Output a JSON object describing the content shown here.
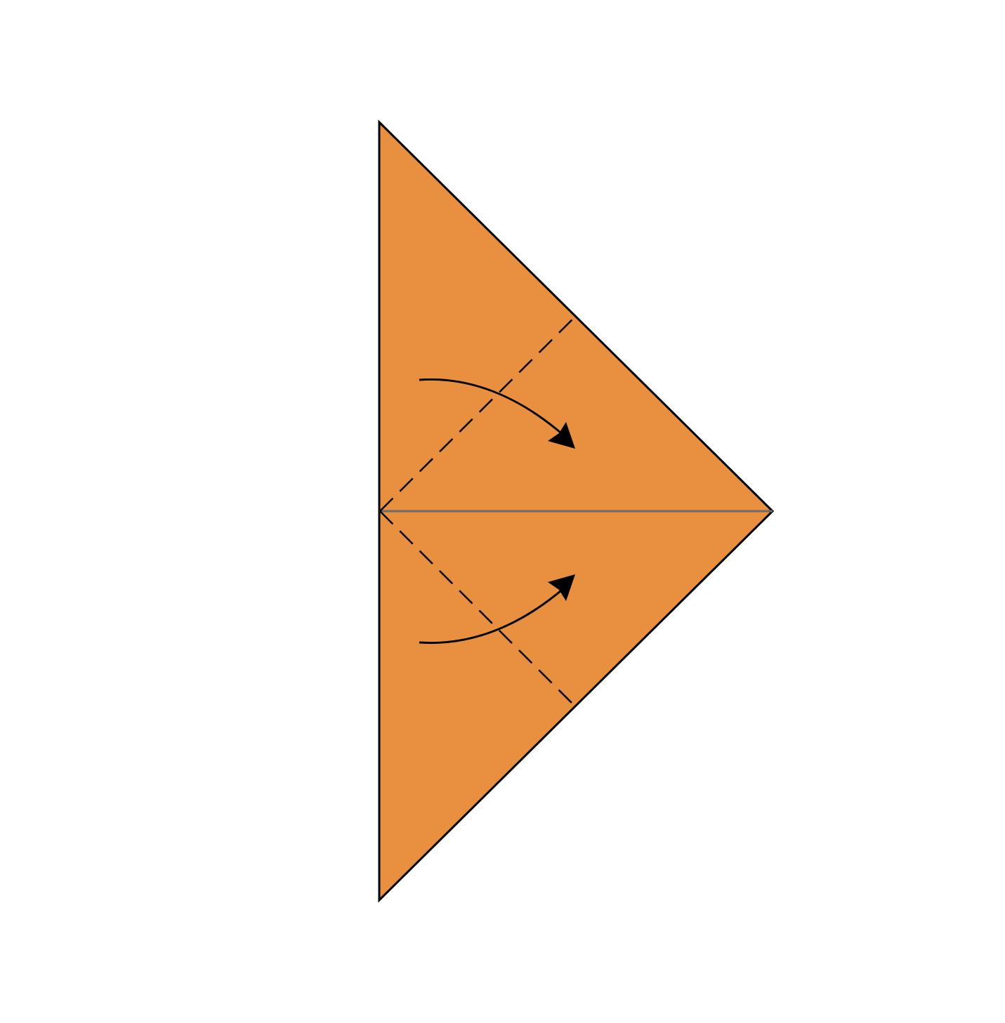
{
  "diagram": {
    "type": "origami-fold-step",
    "colors": {
      "paper": "#e8903f",
      "outline": "#000000",
      "center_crease": "#6b6b6b",
      "valley_fold": "#000000",
      "arrow": "#000000",
      "background": "#ffffff"
    },
    "elements": [
      {
        "name": "paper-triangle",
        "kind": "shape"
      },
      {
        "name": "center-crease-line",
        "kind": "crease"
      },
      {
        "name": "upper-valley-fold-line",
        "kind": "fold-line",
        "style": "dashed"
      },
      {
        "name": "lower-valley-fold-line",
        "kind": "fold-line",
        "style": "dashed"
      },
      {
        "name": "upper-fold-arrow",
        "kind": "arrow",
        "direction": "clockwise-down-right"
      },
      {
        "name": "lower-fold-arrow",
        "kind": "arrow",
        "direction": "counterclockwise-up-right"
      }
    ]
  }
}
